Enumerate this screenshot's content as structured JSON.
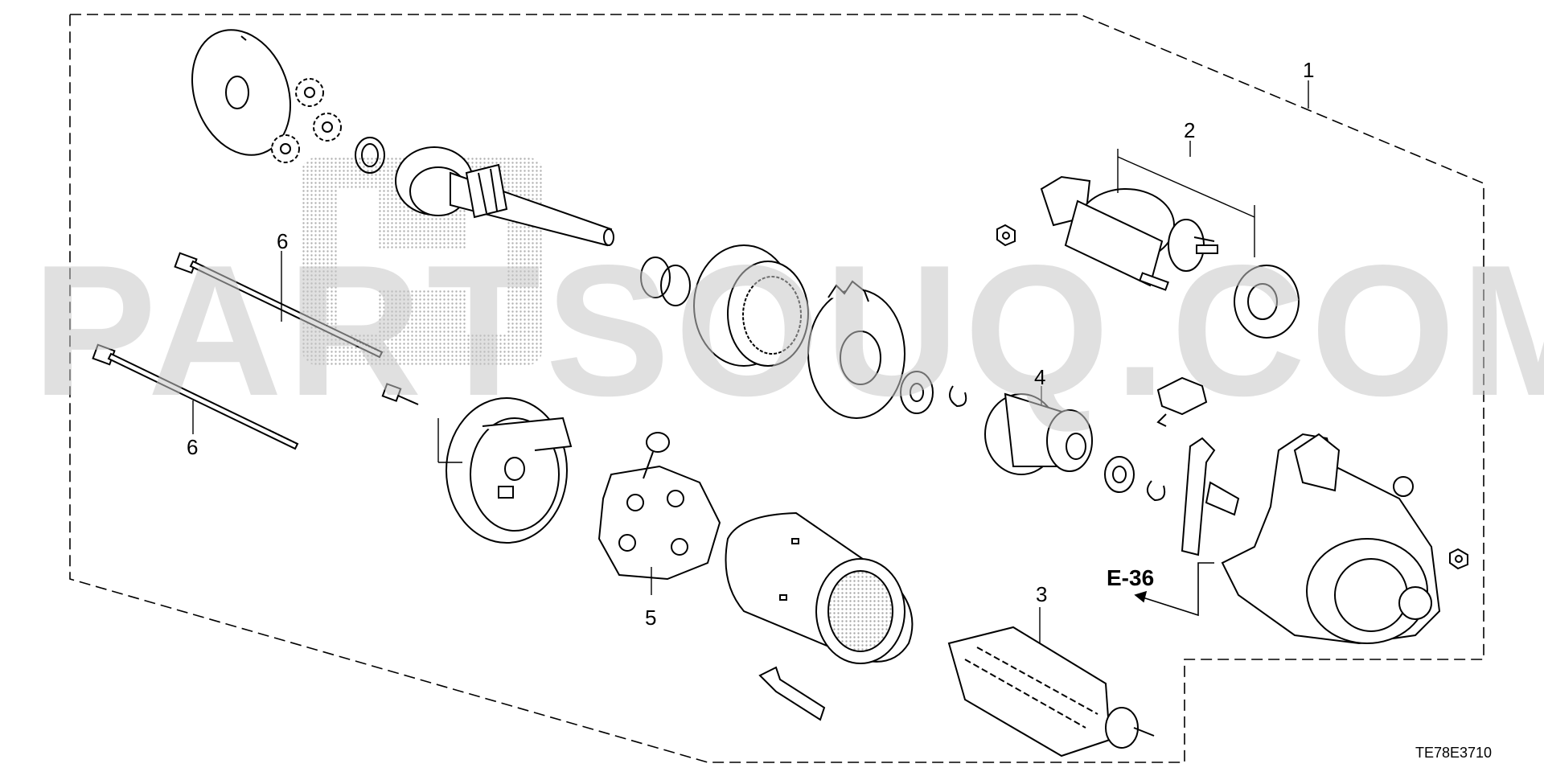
{
  "watermark": {
    "text": "PARTSOUQ.COM"
  },
  "callouts": {
    "c1": "1",
    "c2": "2",
    "c3": "3",
    "c4": "4",
    "c5": "5",
    "c6a": "6",
    "c6b": "6"
  },
  "reference": {
    "label": "E-36"
  },
  "drawing_code": "TE78E3710",
  "colors": {
    "line": "#000000",
    "watermark": "#c8c8c8"
  }
}
